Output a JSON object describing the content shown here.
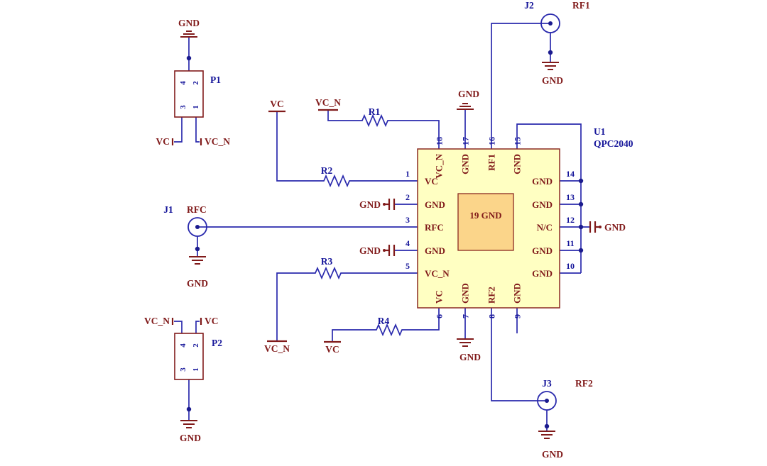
{
  "colors": {
    "wire": "#2a2aad",
    "net_label": "#801a1a",
    "designator": "#16169a",
    "chip_fill": "#ffffc2",
    "chip_border": "#8a2a22",
    "pad_fill": "#fbd58a",
    "background": "#ffffff"
  },
  "u1": {
    "refdes": "U1",
    "part_number": "QPC2040",
    "center_pad_label": "19 GND",
    "left_pins": [
      {
        "num": "1",
        "name": "VC"
      },
      {
        "num": "2",
        "name": "GND"
      },
      {
        "num": "3",
        "name": "RFC"
      },
      {
        "num": "4",
        "name": "GND"
      },
      {
        "num": "5",
        "name": "VC_N"
      }
    ],
    "right_pins": [
      {
        "num": "14",
        "name": "GND"
      },
      {
        "num": "13",
        "name": "GND"
      },
      {
        "num": "12",
        "name": "N/C"
      },
      {
        "num": "11",
        "name": "GND"
      },
      {
        "num": "10",
        "name": "GND"
      }
    ],
    "top_pins": [
      {
        "num": "18",
        "name": "VC_N"
      },
      {
        "num": "17",
        "name": "GND"
      },
      {
        "num": "16",
        "name": "RF1"
      },
      {
        "num": "15",
        "name": "GND"
      }
    ],
    "bottom_pins": [
      {
        "num": "6",
        "name": "VC"
      },
      {
        "num": "7",
        "name": "GND"
      },
      {
        "num": "8",
        "name": "RF2"
      },
      {
        "num": "9",
        "name": "GND"
      }
    ]
  },
  "headers": {
    "p1": {
      "refdes": "P1",
      "pin_numbers": [
        "4",
        "2",
        "3",
        "1"
      ],
      "left_net": "VC",
      "right_net": "VC_N",
      "gnd_label": "GND"
    },
    "p2": {
      "refdes": "P2",
      "pin_numbers": [
        "4",
        "2",
        "3",
        "1"
      ],
      "left_net": "VC_N",
      "right_net": "VC",
      "gnd_label": "GND"
    }
  },
  "coax": {
    "j1": {
      "refdes": "J1",
      "net": "RFC",
      "gnd_label": "GND"
    },
    "j2": {
      "refdes": "J2",
      "net": "RF1",
      "gnd_label": "GND"
    },
    "j3": {
      "refdes": "J3",
      "net": "RF2",
      "gnd_label": "GND"
    }
  },
  "resistors": {
    "r1": "R1",
    "r2": "R2",
    "r3": "R3",
    "r4": "R4"
  },
  "power_ports": {
    "vc_top": "VC",
    "vcn_top": "VC_N",
    "vcn_bottom": "VC_N",
    "vc_bottom": "VC"
  },
  "gnd_ports": {
    "pin17_top": "GND",
    "pin7_bottom": "GND",
    "cap_pin2": "GND",
    "cap_pin4": "GND",
    "cap_pin12": "GND"
  }
}
